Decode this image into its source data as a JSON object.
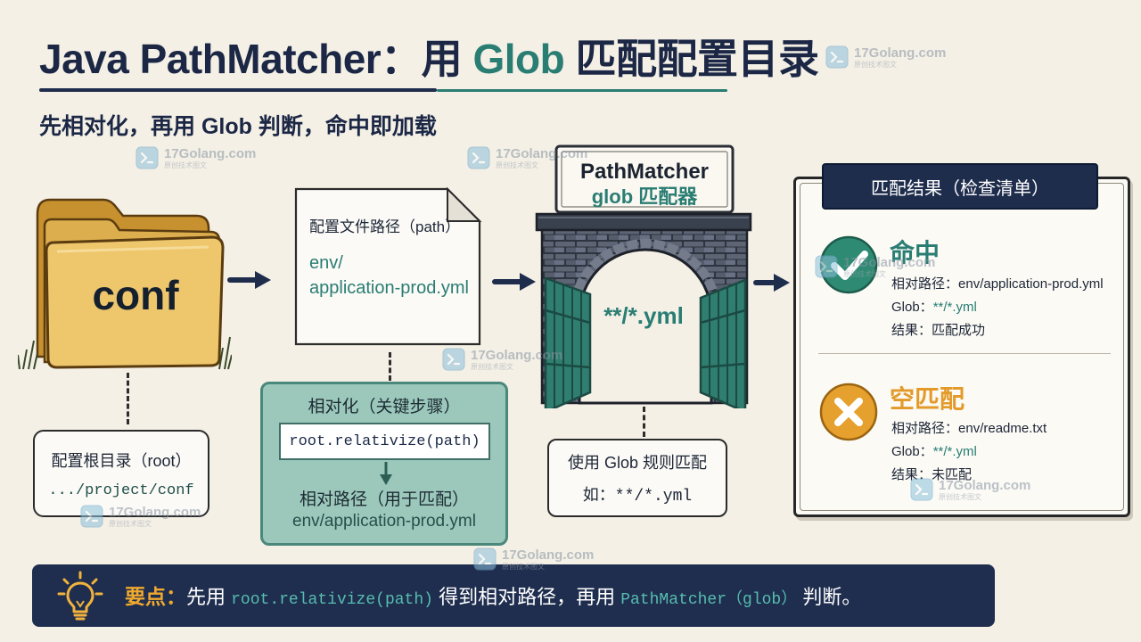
{
  "title": {
    "part1": "Java PathMatcher：用 ",
    "highlight": "Glob",
    "part2": " 匹配配置目录"
  },
  "subtitle": "先相对化，再用 Glob 判断，命中即加载",
  "watermark": {
    "text": "17Golang.com",
    "sub": "原创技术图文"
  },
  "folder": {
    "label": "conf"
  },
  "root_box": {
    "title": "配置根目录（root）",
    "value": ".../project/conf"
  },
  "path_doc": {
    "title": "配置文件路径（path）",
    "line1": "env/",
    "line2": "application-prod.yml"
  },
  "relativize": {
    "title": "相对化（关键步骤）",
    "code": "root.relativize(path)",
    "result_label": "相对路径（用于匹配）",
    "result_value": "env/application-prod.yml"
  },
  "matcher_gate": {
    "sign_title": "PathMatcher",
    "sign_subtitle": "glob 匹配器",
    "pattern": "**/*.yml"
  },
  "glob_rule": {
    "line1": "使用 Glob 规则匹配",
    "example_prefix": "如：",
    "example_pattern": "**/*.yml"
  },
  "results": {
    "header": "匹配结果（检查清单）",
    "hit": {
      "status": "命中",
      "path_label": "相对路径：",
      "path_value": "env/application-prod.yml",
      "glob_label": "Glob：",
      "glob_value": "**/*.yml",
      "result_label": "结果：",
      "result_value": "匹配成功"
    },
    "miss": {
      "status": "空匹配",
      "path_label": "相对路径：",
      "path_value": "env/readme.txt",
      "glob_label": "Glob：",
      "glob_value": "**/*.yml",
      "result_label": "结果：",
      "result_value": "未匹配"
    }
  },
  "tip": {
    "label": "要点：",
    "text1": "先用 ",
    "code1": "root.relativize(path)",
    "text2": " 得到相对路径，再用 ",
    "code2": "PathMatcher（glob）",
    "text3": " 判断。"
  },
  "icons": {
    "folder": "folder-icon",
    "document": "document-icon",
    "gate": "gate-icon",
    "hit": "check-circle-icon",
    "miss": "x-circle-icon",
    "tip": "lightbulb-icon",
    "arrow": "arrow-right-icon"
  },
  "colors": {
    "background": "#f4f0e6",
    "navy": "#1f2d4d",
    "teal": "#2a7d73",
    "success": "#2e8a72",
    "warning": "#e6a02d",
    "folder": "#eec66c"
  }
}
